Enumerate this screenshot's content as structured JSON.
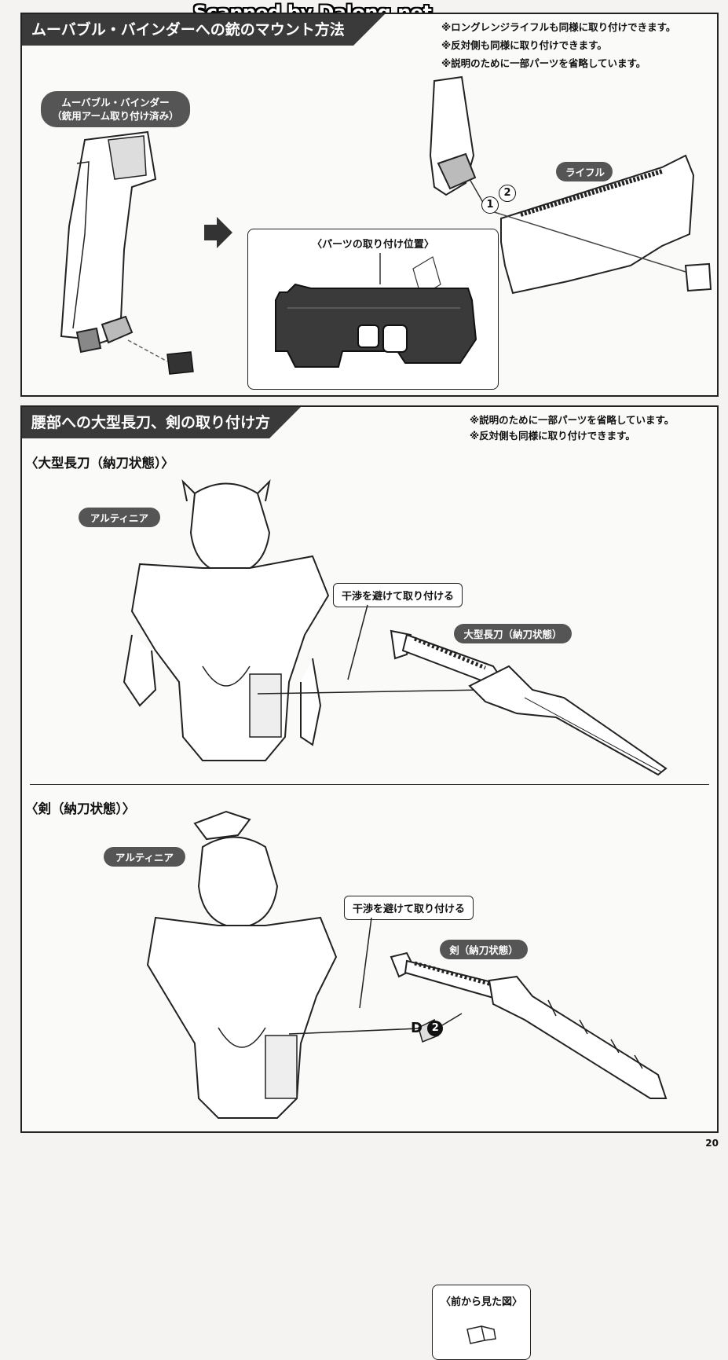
{
  "scan_credit": "Scanned by Dalong.net",
  "section1": {
    "title": "ムーバブル・バインダーへの銃のマウント方法",
    "notes": [
      "※ロングレンジライフルも同様に取り付けできます。",
      "※反対側も同様に取り付けできます。",
      "※説明のために一部パーツを省略しています。"
    ],
    "binder_label_line1": "ムーバブル・バインダー",
    "binder_label_line2": "（銃用アーム取り付け済み）",
    "inset_label": "〈パーツの取り付け位置〉",
    "rifle_label": "ライフル",
    "step1": "1",
    "step2": "2"
  },
  "section2": {
    "title": "腰部への大型長刀、剣の取り付け方",
    "notes": [
      "※説明のために一部パーツを省略しています。",
      "※反対側も同様に取り付けできます。"
    ],
    "sub1": {
      "heading": "〈大型長刀（納刀状態）〉",
      "character_label": "アルティニア",
      "callout": "干渉を避けて取り付ける",
      "weapon_label": "大型長刀（納刀状態）"
    },
    "sub2": {
      "heading": "〈剣（納刀状態）〉",
      "character_label": "アルティニア",
      "callout": "干渉を避けて取り付ける",
      "weapon_label": "剣（納刀状態）",
      "part_letter": "D",
      "part_number": "2",
      "front_view_label": "〈前から見た図〉"
    }
  },
  "page_number": "20"
}
